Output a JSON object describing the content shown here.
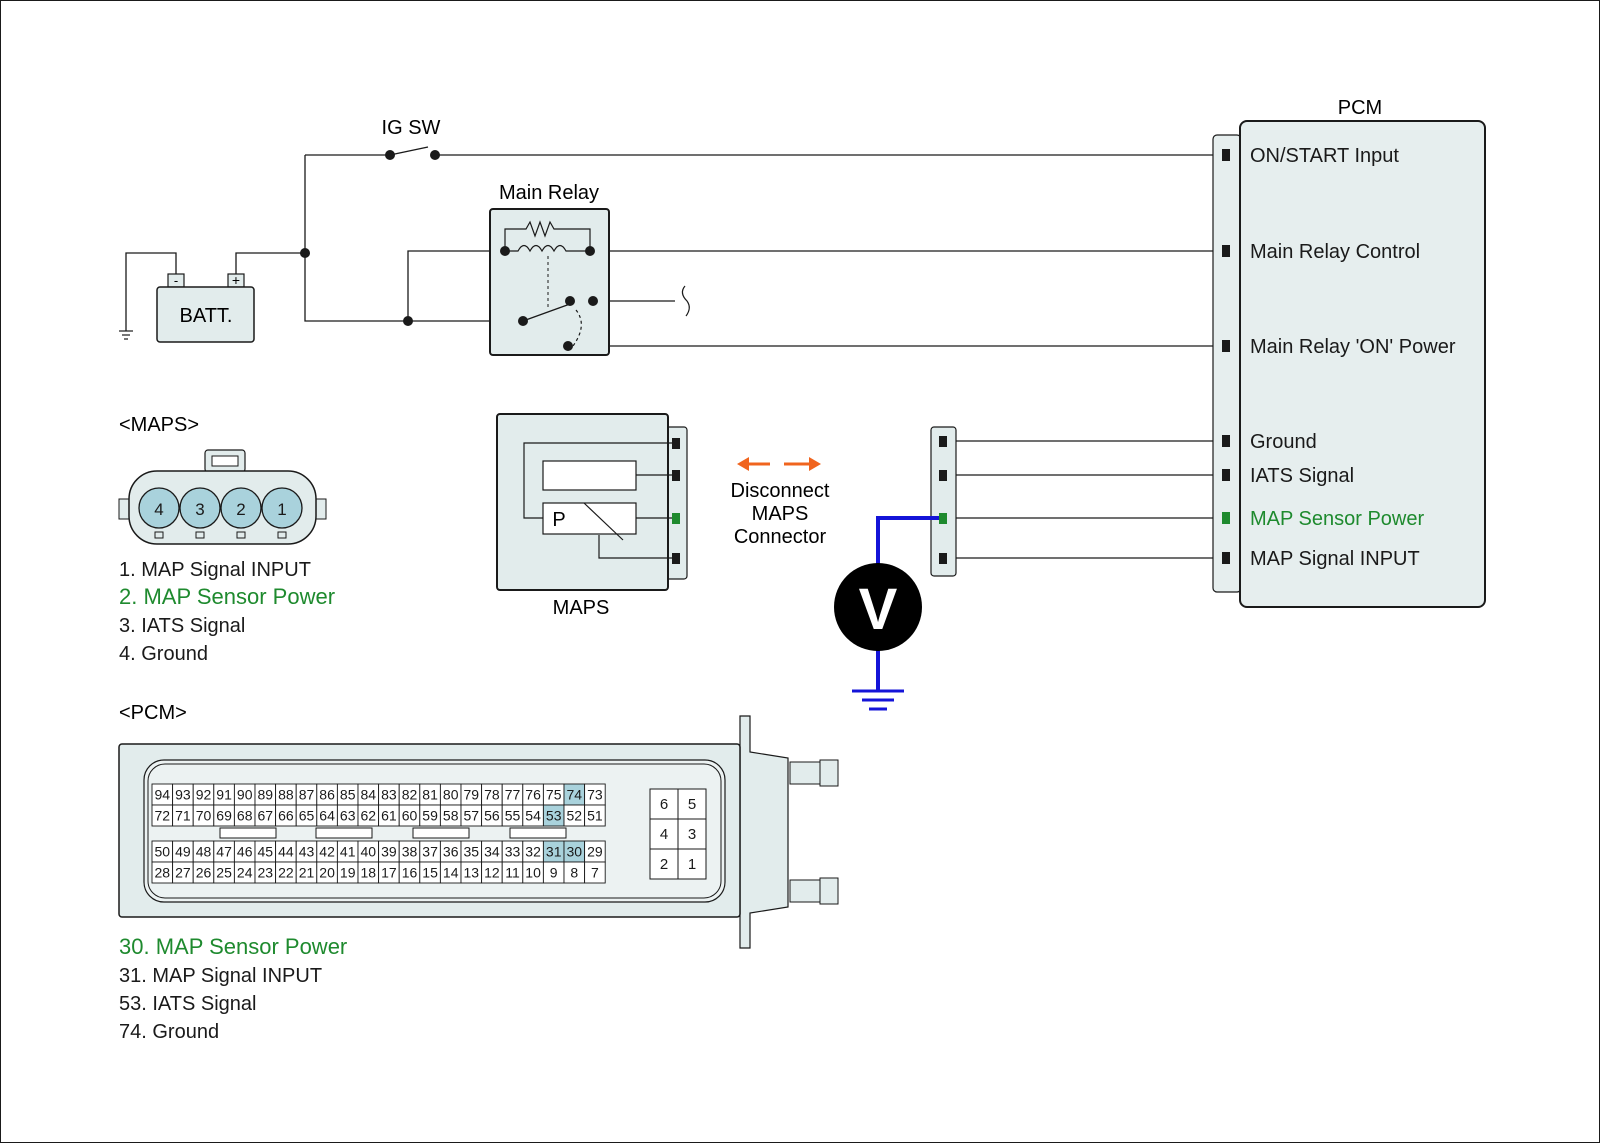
{
  "colors": {
    "line": "#1a1a1a",
    "component_fill": "#e2ecec",
    "pcm_fill": "#e6eeee",
    "highlight_green": "#1e8a2e",
    "highlight_pin": "#a9d2dc",
    "meter_wire": "#1414d8",
    "arrow_orange": "#f0641e"
  },
  "pcm": {
    "title": "PCM",
    "terminals": [
      {
        "label": "ON/START Input",
        "highlight": false
      },
      {
        "label": "Main Relay Control",
        "highlight": false
      },
      {
        "label": "Main Relay 'ON' Power",
        "highlight": false
      },
      {
        "label": "Ground",
        "highlight": false
      },
      {
        "label": "IATS Signal",
        "highlight": false
      },
      {
        "label": "MAP Sensor Power",
        "highlight": true
      },
      {
        "label": "MAP Signal  INPUT",
        "highlight": false
      }
    ]
  },
  "circuit": {
    "ig_switch_label": "IG SW",
    "main_relay_label": "Main Relay",
    "battery_label": "BATT.",
    "battery_neg": "-",
    "battery_pos": "+",
    "maps_label": "MAPS",
    "maps_p_label": "P",
    "voltmeter_symbol": "V",
    "instruction": [
      "Disconnect",
      "MAPS",
      "Connector"
    ]
  },
  "maps_connector": {
    "title": "<MAPS>",
    "pins": [
      "4",
      "3",
      "2",
      "1"
    ],
    "legend": [
      {
        "text": "1. MAP Signal  INPUT",
        "highlight": false
      },
      {
        "text": "2. MAP Sensor Power",
        "highlight": true
      },
      {
        "text": "3. IATS Signal",
        "highlight": false
      },
      {
        "text": "4. Ground",
        "highlight": false
      }
    ]
  },
  "pcm_connector": {
    "title": "<PCM>",
    "rows": [
      [
        "94",
        "93",
        "92",
        "91",
        "90",
        "89",
        "88",
        "87",
        "86",
        "85",
        "84",
        "83",
        "82",
        "81",
        "80",
        "79",
        "78",
        "77",
        "76",
        "75",
        "74",
        "73"
      ],
      [
        "72",
        "71",
        "70",
        "69",
        "68",
        "67",
        "66",
        "65",
        "64",
        "63",
        "62",
        "61",
        "60",
        "59",
        "58",
        "57",
        "56",
        "55",
        "54",
        "53",
        "52",
        "51"
      ],
      [
        "50",
        "49",
        "48",
        "47",
        "46",
        "45",
        "44",
        "43",
        "42",
        "41",
        "40",
        "39",
        "38",
        "37",
        "36",
        "35",
        "34",
        "33",
        "32",
        "31",
        "30",
        "29"
      ],
      [
        "28",
        "27",
        "26",
        "25",
        "24",
        "23",
        "22",
        "21",
        "20",
        "19",
        "18",
        "17",
        "16",
        "15",
        "14",
        "13",
        "12",
        "11",
        "10",
        "9",
        "8",
        "7"
      ]
    ],
    "highlighted_pins": [
      "74",
      "53",
      "31",
      "30"
    ],
    "small_block": [
      [
        "6",
        "5"
      ],
      [
        "4",
        "3"
      ],
      [
        "2",
        "1"
      ]
    ],
    "legend": [
      {
        "text": "30. MAP Sensor Power",
        "highlight": true
      },
      {
        "text": "31. MAP Signal  INPUT",
        "highlight": false
      },
      {
        "text": "53. IATS Signal",
        "highlight": false
      },
      {
        "text": "74. Ground",
        "highlight": false
      }
    ]
  }
}
